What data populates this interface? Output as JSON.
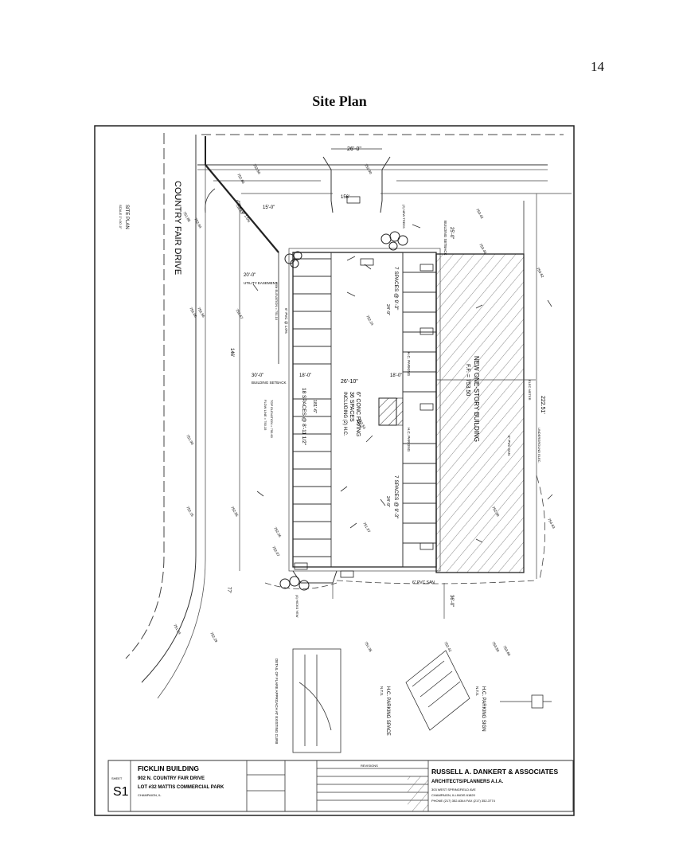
{
  "page": {
    "page_number": "14",
    "title": "Site Plan"
  },
  "plan": {
    "street": "COUNTRY FAIR DRIVE",
    "site_plan_label": "SITE PLAN",
    "site_plan_scale": "SCALE 1\"=30'-0\"",
    "dims": {
      "top_drive": "26'-0\"",
      "frontage": "156'",
      "left_15": "15'-0\"",
      "utility": "20'-0\"",
      "utility_label": "UTILITY EASEMENT",
      "setback_30": "30'-0\"",
      "building_setback": "BUILDING SETBACK",
      "drive_18": "18'-0\"",
      "aisle": "26'-10\"",
      "bay_18": "18'-0\"",
      "right_25": "25'-0\"",
      "right_setback": "BUILDING SETBACK",
      "depth_146": "146'",
      "depth_222": "222.51'",
      "bottom_36": "36'-0\"",
      "bottom_77": "77'"
    },
    "spaces": {
      "top": "7 SPACES @ 9'-3\"",
      "top_depth": "24'-9\"",
      "mid": "18 SPACES @ 8'-11 1/2\"",
      "mid_depth": "181'-6\"",
      "bottom": "7 SPACES @ 9'-3\"",
      "bottom_depth": "24'-9\""
    },
    "paving": "6\" CONC PAVING",
    "paving_count": "36 SPACES",
    "paving_hc": "INCLUDING (2) H.C.",
    "hc_parking": "H.C. PARKING",
    "building_name": "NEW ONE-STORY BUILDING",
    "building_ff": "F.F. = 753.50",
    "pvc_top": "6\" PVC @ 1.0%",
    "pvc_mid": "6\" PVC @ 1.0%",
    "pvc_san": "6\" PVC SAN",
    "pvc_san_bottom": "6\" PVC SAN",
    "hc_parking_space": "H.C. PARKING SPACE",
    "hc_parking_sign": "H.C. PARKING SIGN",
    "flare_detail": "DETAIL OF FLARE APPROACH AT EXISTING CURB",
    "nts": "N.T.S.",
    "elev_top": "TOP ELEVATION = 750.60",
    "elev_flow": "FLOW LINE = 750.15",
    "elev_rim": "RIM ELEVATION = 751.10",
    "elec_meter": "ELEC METER",
    "underground_elec": "UNDERGROUND ELEC.",
    "new_trees": "(3) NEW TREES",
    "hicks_yew": "(4) HICKS YEW",
    "spot_elevs": [
      "752.60",
      "752.63",
      "752.84",
      "752.56",
      "752.67",
      "752.55",
      "752.26",
      "751.24",
      "752.06",
      "752.29",
      "752.50",
      "753.42",
      "753.40",
      "753.62",
      "752.24",
      "752.53",
      "751.97",
      "752.07",
      "751.90",
      "752.15",
      "751.85",
      "751.35",
      "752.42",
      "753.50",
      "753.60",
      "754.63",
      "752.90",
      "752.30"
    ]
  },
  "title_block": {
    "sheet_label": "SHEET",
    "sheet_no": "S1",
    "project_name": "FICKLIN BUILDING",
    "address": "902 N. COUNTRY FAIR DRIVE",
    "lot": "LOT #32 MATTIS COMMERCIAL PARK",
    "city": "CHAMPAIGN, IL",
    "revisions": "REVISIONS",
    "firm": "RUSSELL A. DANKERT & ASSOCIATES",
    "firm_sub": "ARCHITECTS/PLANNERS A.I.A.",
    "firm_addr": "303 WEST SPRINGFIELD AVE",
    "firm_city": "CHAMPAIGN, ILLINOIS 61820",
    "firm_phone": "PHONE (217) 352-6344 FAX (217) 352-3774"
  }
}
